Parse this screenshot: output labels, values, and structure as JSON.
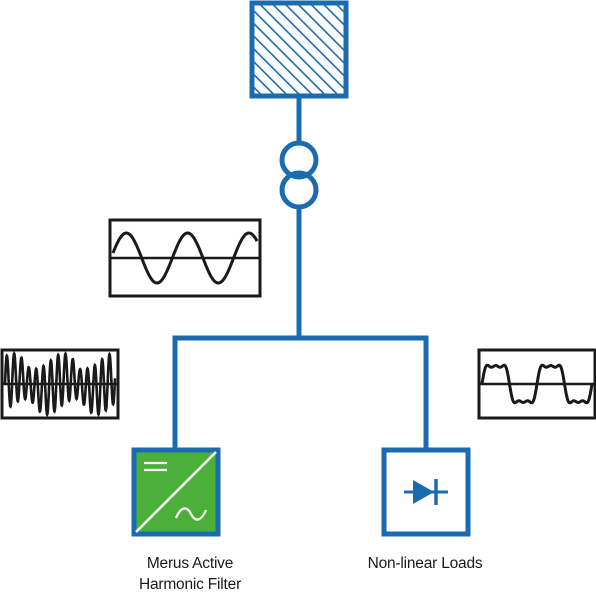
{
  "labels": {
    "filter_line1": "Merus Active",
    "filter_line2": "Harmonic Filter",
    "loads": "Non-linear Loads"
  },
  "colors": {
    "line_blue": "#1b6bb0",
    "filter_green": "#4caf3a",
    "waveform_black": "#1a1a1a"
  },
  "icons": {
    "source": "hatched-source-box-icon",
    "transformer": "transformer-icon",
    "filter": "active-harmonic-filter-icon",
    "load": "diode-icon"
  }
}
